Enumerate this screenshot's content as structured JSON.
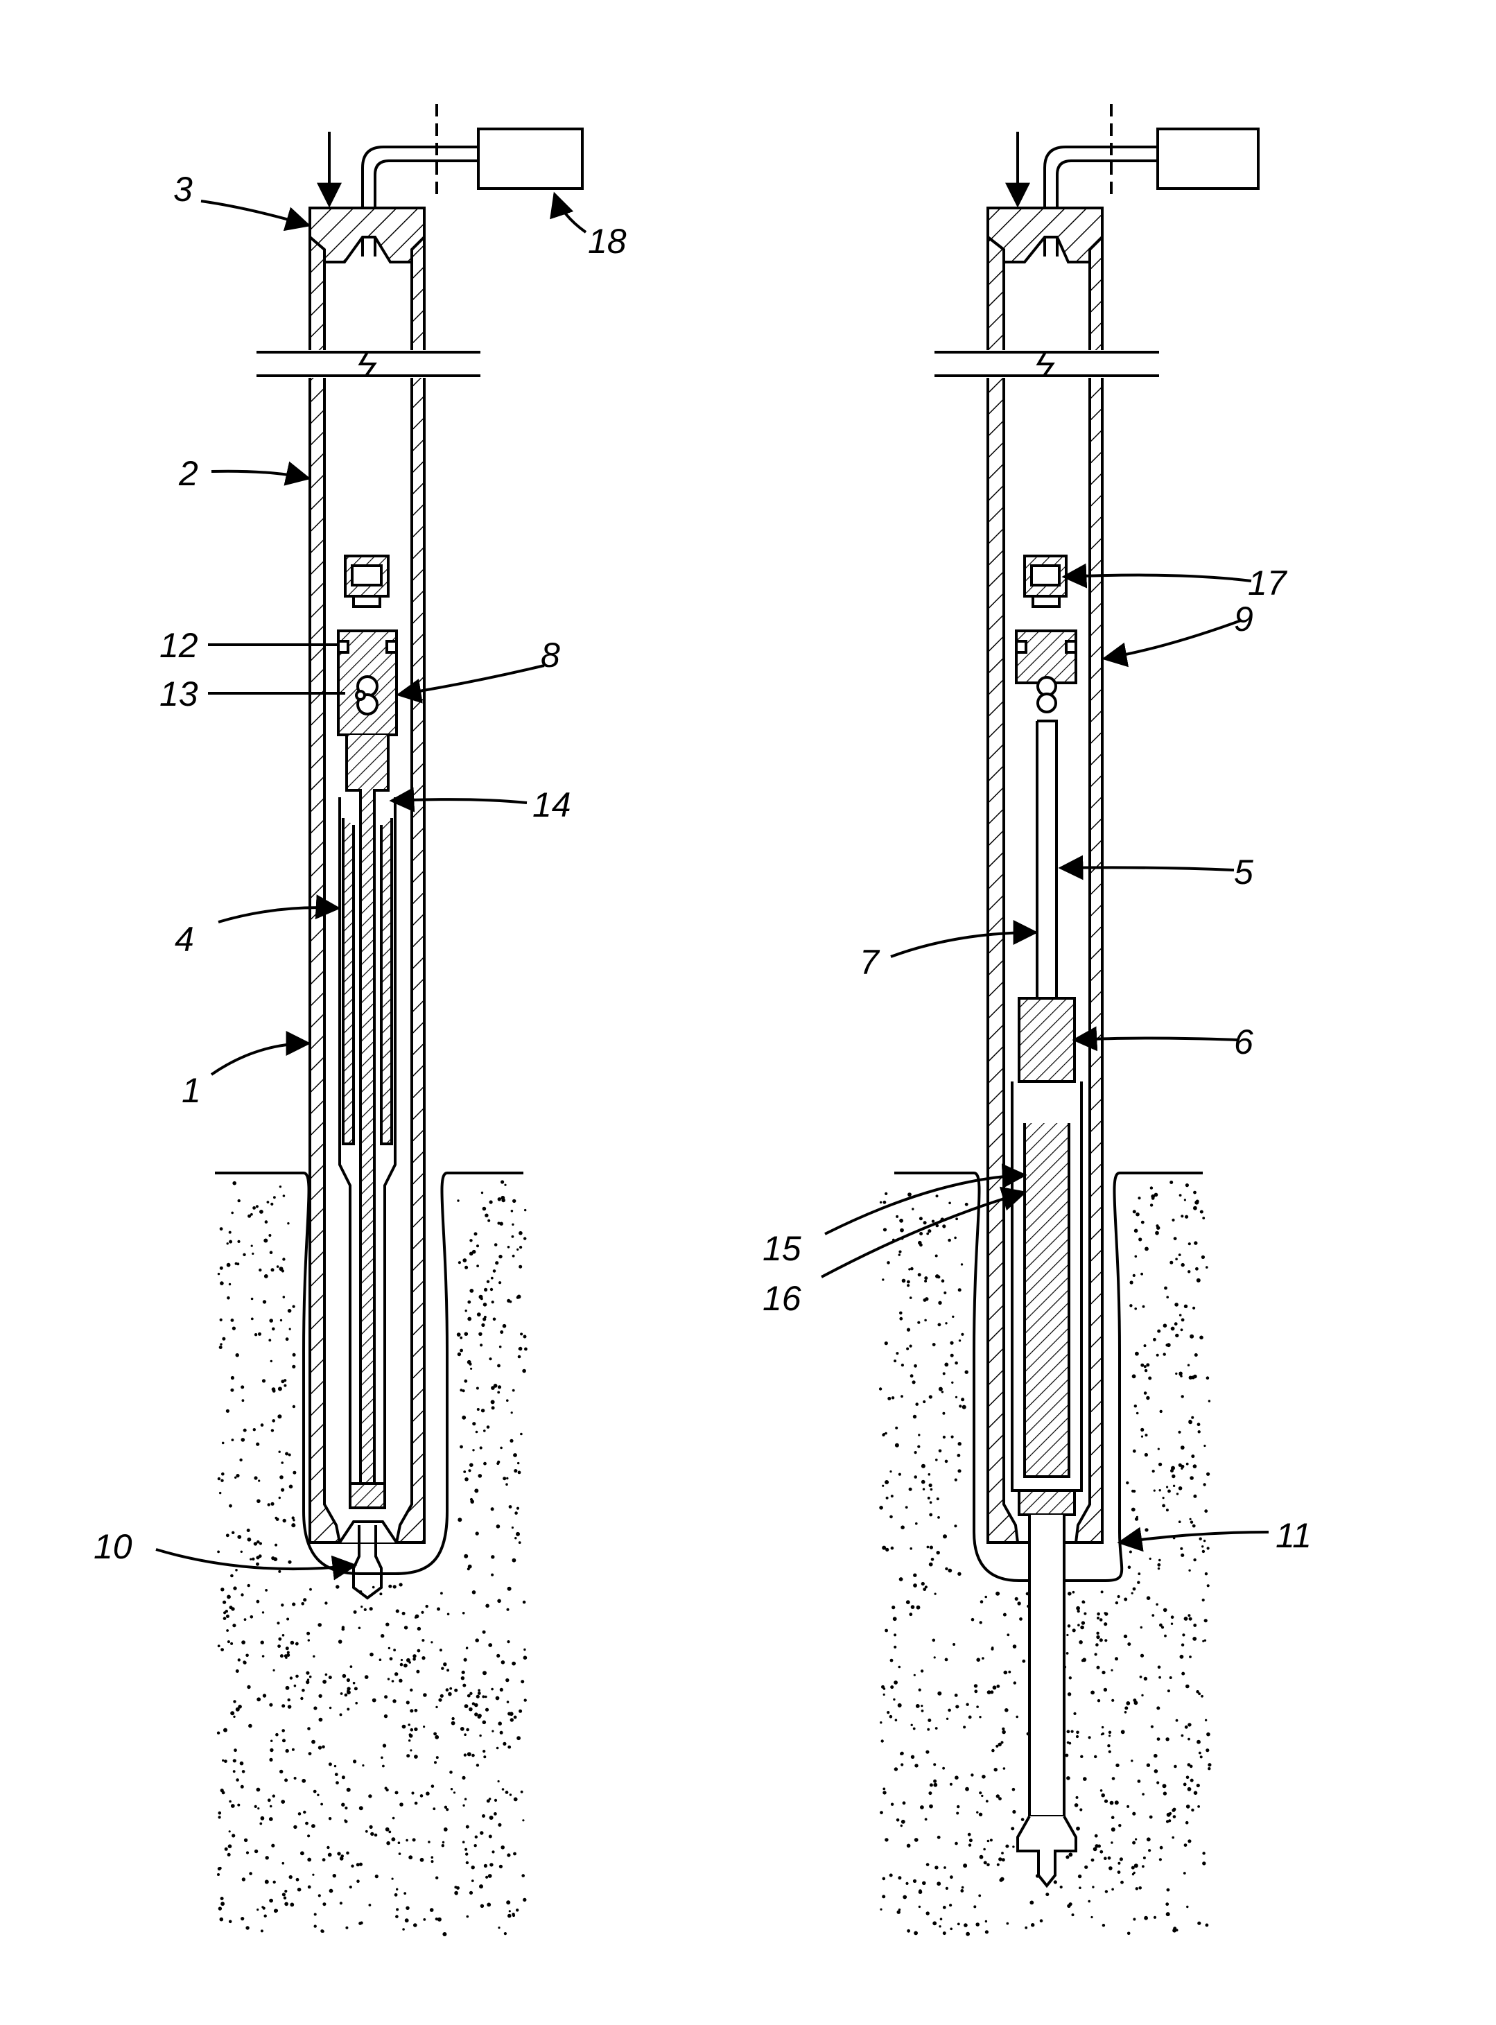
{
  "figure": {
    "left_view": {
      "labels": {
        "l1": "1",
        "l2": "2",
        "l3": "3",
        "l4": "4",
        "l8": "8",
        "l10": "10",
        "l12": "12",
        "l13": "13",
        "l14": "14",
        "l18": "18"
      }
    },
    "right_view": {
      "labels": {
        "l5": "5",
        "l6": "6",
        "l7": "7",
        "l9": "9",
        "l11": "11",
        "l15": "15",
        "l16": "16",
        "l17": "17"
      }
    }
  },
  "colors": {
    "line": "#000000",
    "background": "#ffffff"
  }
}
